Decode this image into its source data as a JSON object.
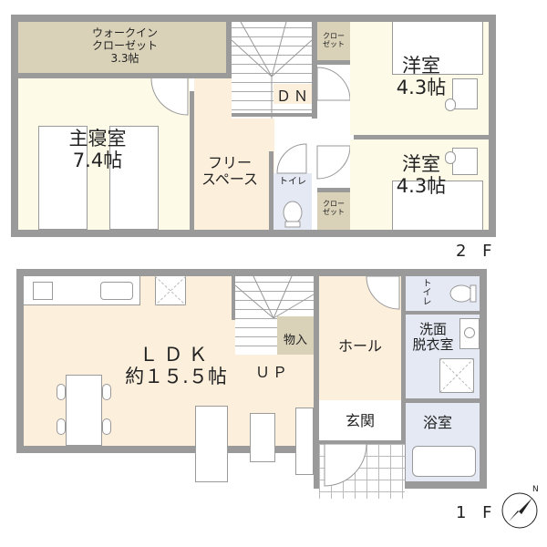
{
  "floor2": {
    "label": "2 F",
    "rooms": {
      "walk_in_closet": {
        "name": "ウォークイン\nクローゼット",
        "size": "3.3帖",
        "color": "#d9d1b8"
      },
      "master_bedroom": {
        "name": "主寝室",
        "size": "7.4帖",
        "color": "#fdfae8"
      },
      "free_space": {
        "name": "フリー\nスペース",
        "color": "#fcefdc"
      },
      "western_room_1": {
        "name": "洋室",
        "size": "4.3帖",
        "color": "#fdfae8"
      },
      "western_room_2": {
        "name": "洋室",
        "size": "4.3帖",
        "color": "#fdfae8"
      },
      "closet_1": {
        "name": "クロー\nゼット",
        "color": "#d9d1b8"
      },
      "closet_2": {
        "name": "クロー\nゼット",
        "color": "#d9d1b8"
      },
      "toilet": {
        "name": "トイレ",
        "color": "#e4e9f4"
      }
    },
    "stairs_label": "ＤＮ"
  },
  "floor1": {
    "label": "1 F",
    "rooms": {
      "ldk": {
        "name": "ＬＤＫ",
        "size": "約１５.５帖",
        "color": "#fcefdc"
      },
      "storage": {
        "name": "物入",
        "color": "#d9d1b8"
      },
      "hall": {
        "name": "ホール",
        "color": "#fcefdc"
      },
      "toilet": {
        "name": "トイレ",
        "color": "#e4e9f4"
      },
      "washroom": {
        "name": "洗面\n脱衣室",
        "color": "#e4e9f4"
      },
      "bathroom": {
        "name": "浴室",
        "color": "#e4e9f4"
      },
      "entrance": {
        "name": "玄関",
        "color": "#ffffff"
      }
    },
    "stairs_label": "ＵＰ"
  },
  "compass": {
    "icon": "north-arrow-icon",
    "label": "N"
  },
  "colors": {
    "wall": "#9a9a9a",
    "stair_line": "#aaaaaa"
  }
}
